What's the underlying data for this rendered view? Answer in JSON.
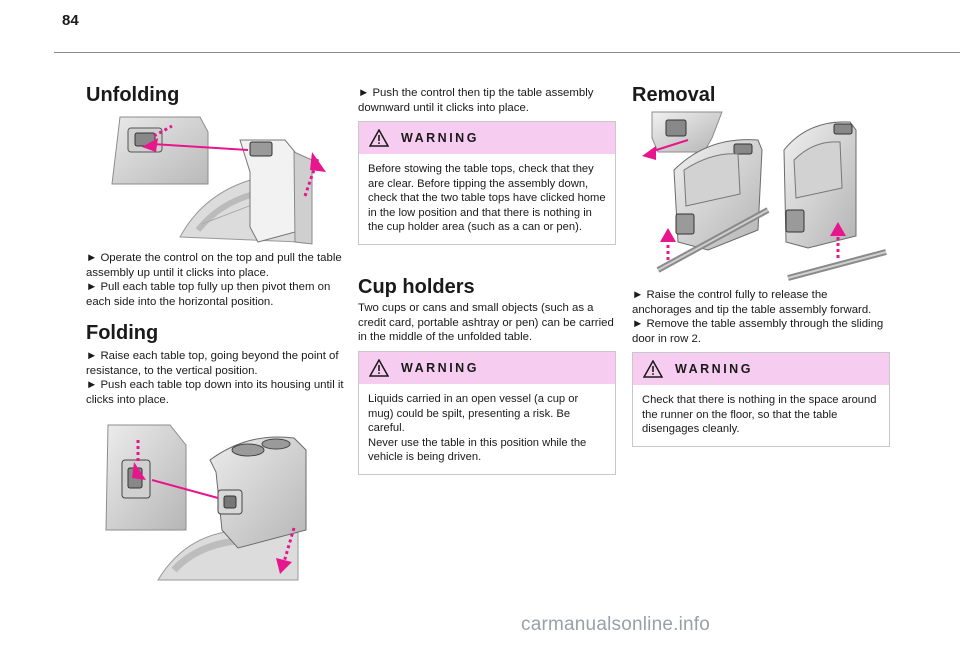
{
  "page_number": "84",
  "sections": {
    "unfolding": {
      "title": "Unfolding",
      "steps": [
        "► Operate the control on the top and pull the table assembly up until it clicks into place.",
        "► Pull each table top fully up then pivot them on each side into the horizontal position."
      ]
    },
    "folding": {
      "title": "Folding",
      "steps": [
        "► Raise each table top, going beyond the point of resistance, to the vertical position.",
        "► Push each table top down into its housing until it clicks into place."
      ]
    },
    "tip": {
      "steps": [
        "► Push the control then tip the table assembly downward until it clicks into place."
      ]
    },
    "warning1": {
      "label": "WARNING",
      "text": "Before stowing the table tops, check that they are clear. Before tipping the assembly down, check that the two table tops have clicked home in the low position and that there is nothing in the cup holder area (such as a can or pen)."
    },
    "cup_holders": {
      "title": "Cup holders",
      "text": "Two cups or cans and small objects (such as a credit card, portable ashtray or pen) can be carried in the middle of the unfolded table."
    },
    "warning2": {
      "label": "WARNING",
      "lines": [
        "Liquids carried in an open vessel (a cup or mug) could be spilt, presenting a risk. Be careful.",
        "Never use the table in this position while the vehicle is being driven."
      ]
    },
    "removal": {
      "title": "Removal",
      "steps": [
        "► Raise the control fully to release the anchorages and tip the table assembly forward.",
        "► Remove the table assembly through the sliding door in row 2."
      ]
    },
    "warning3": {
      "label": "WARNING",
      "text": "Check that there is nothing in the space around the runner on the floor, so that the table disengages cleanly."
    }
  },
  "watermark": "carmanualsonline.info",
  "colors": {
    "accent_pink": "#e8168c",
    "warning_band": "#f6cdf0",
    "rule": "#8a8a8a"
  }
}
